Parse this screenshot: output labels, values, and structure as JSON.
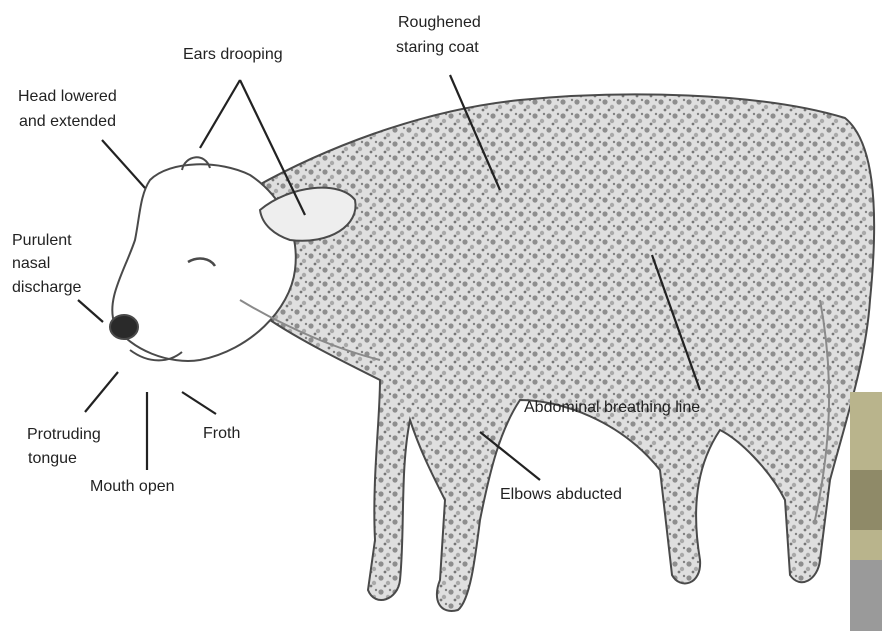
{
  "labels": {
    "ears_drooping": "Ears drooping",
    "roughened_line1": "Roughened",
    "roughened_line2": "staring coat",
    "head_line1": "Head lowered",
    "head_line2": "and extended",
    "purulent_line1": "Purulent",
    "purulent_line2": "nasal",
    "purulent_line3": "discharge",
    "protruding_line1": "Protruding",
    "protruding_line2": "tongue",
    "mouth_open": "Mouth open",
    "froth": "Froth",
    "abdominal": "Abdominal breathing line",
    "elbows": "Elbows abducted"
  },
  "colors": {
    "ink": "#222222",
    "sketch": "#4a4a4a",
    "shade": "#8a8a8a",
    "corner_photo": "#b9b48c"
  }
}
